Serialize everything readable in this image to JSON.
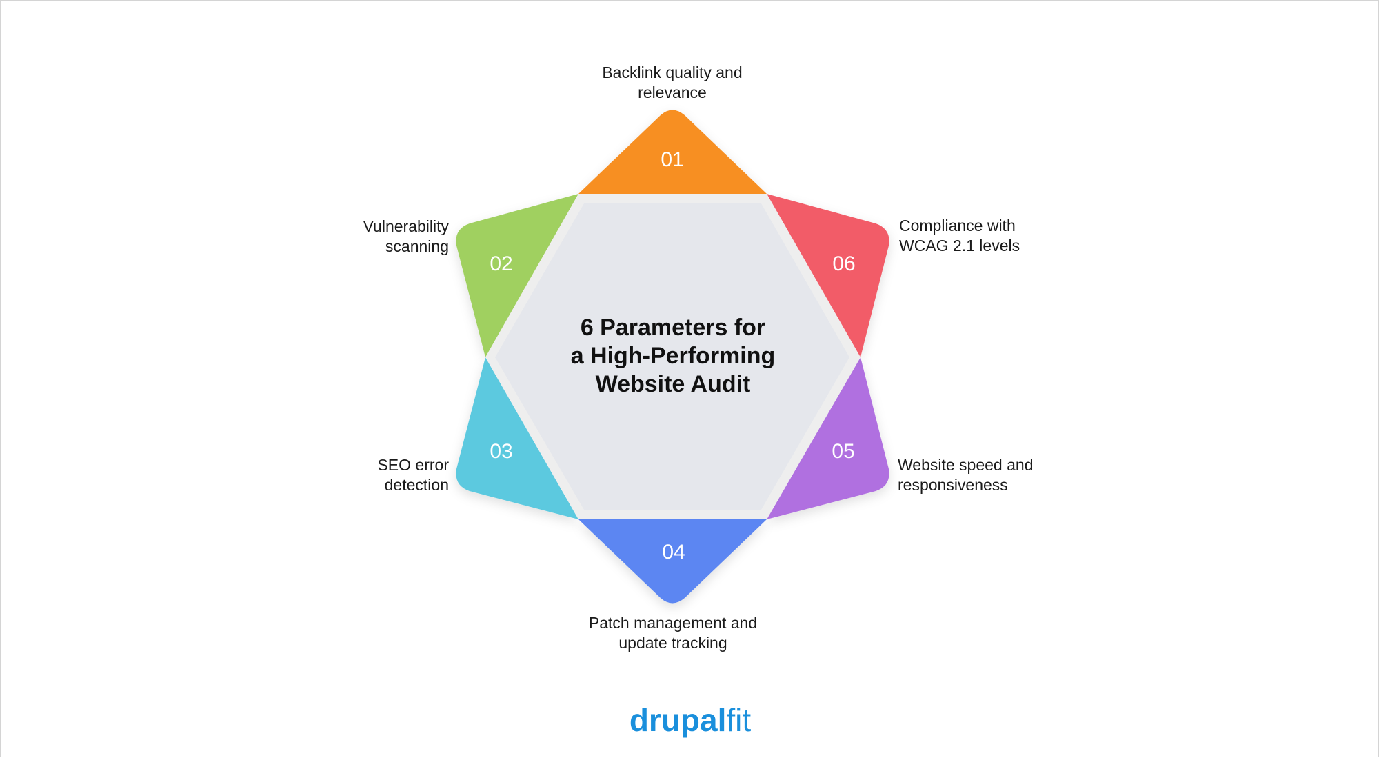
{
  "title": {
    "lines": [
      "6 Parameters for",
      "a High-Performing",
      "Website Audit"
    ]
  },
  "parameters": [
    {
      "number": "01",
      "label_lines": [
        "Backlink quality and",
        "relevance"
      ],
      "color": "#f78f24"
    },
    {
      "number": "02",
      "label_lines": [
        "Vulnerability",
        "scanning"
      ],
      "color": "#a0d060"
    },
    {
      "number": "03",
      "label_lines": [
        "SEO error",
        "detection"
      ],
      "color": "#5cc9df"
    },
    {
      "number": "04",
      "label_lines": [
        "Patch management and",
        "update tracking"
      ],
      "color": "#5b86f2"
    },
    {
      "number": "05",
      "label_lines": [
        "Website speed and",
        "responsiveness"
      ],
      "color": "#b06fe0"
    },
    {
      "number": "06",
      "label_lines": [
        "Compliance with",
        "WCAG 2.1 levels"
      ],
      "color": "#f25c68"
    }
  ],
  "center": {
    "fill_color": "#e5e7ec",
    "border_color": "#eeeeee"
  },
  "logo": {
    "bold_part": "drupal",
    "light_part": "fit",
    "color": "#1a8fdc"
  }
}
